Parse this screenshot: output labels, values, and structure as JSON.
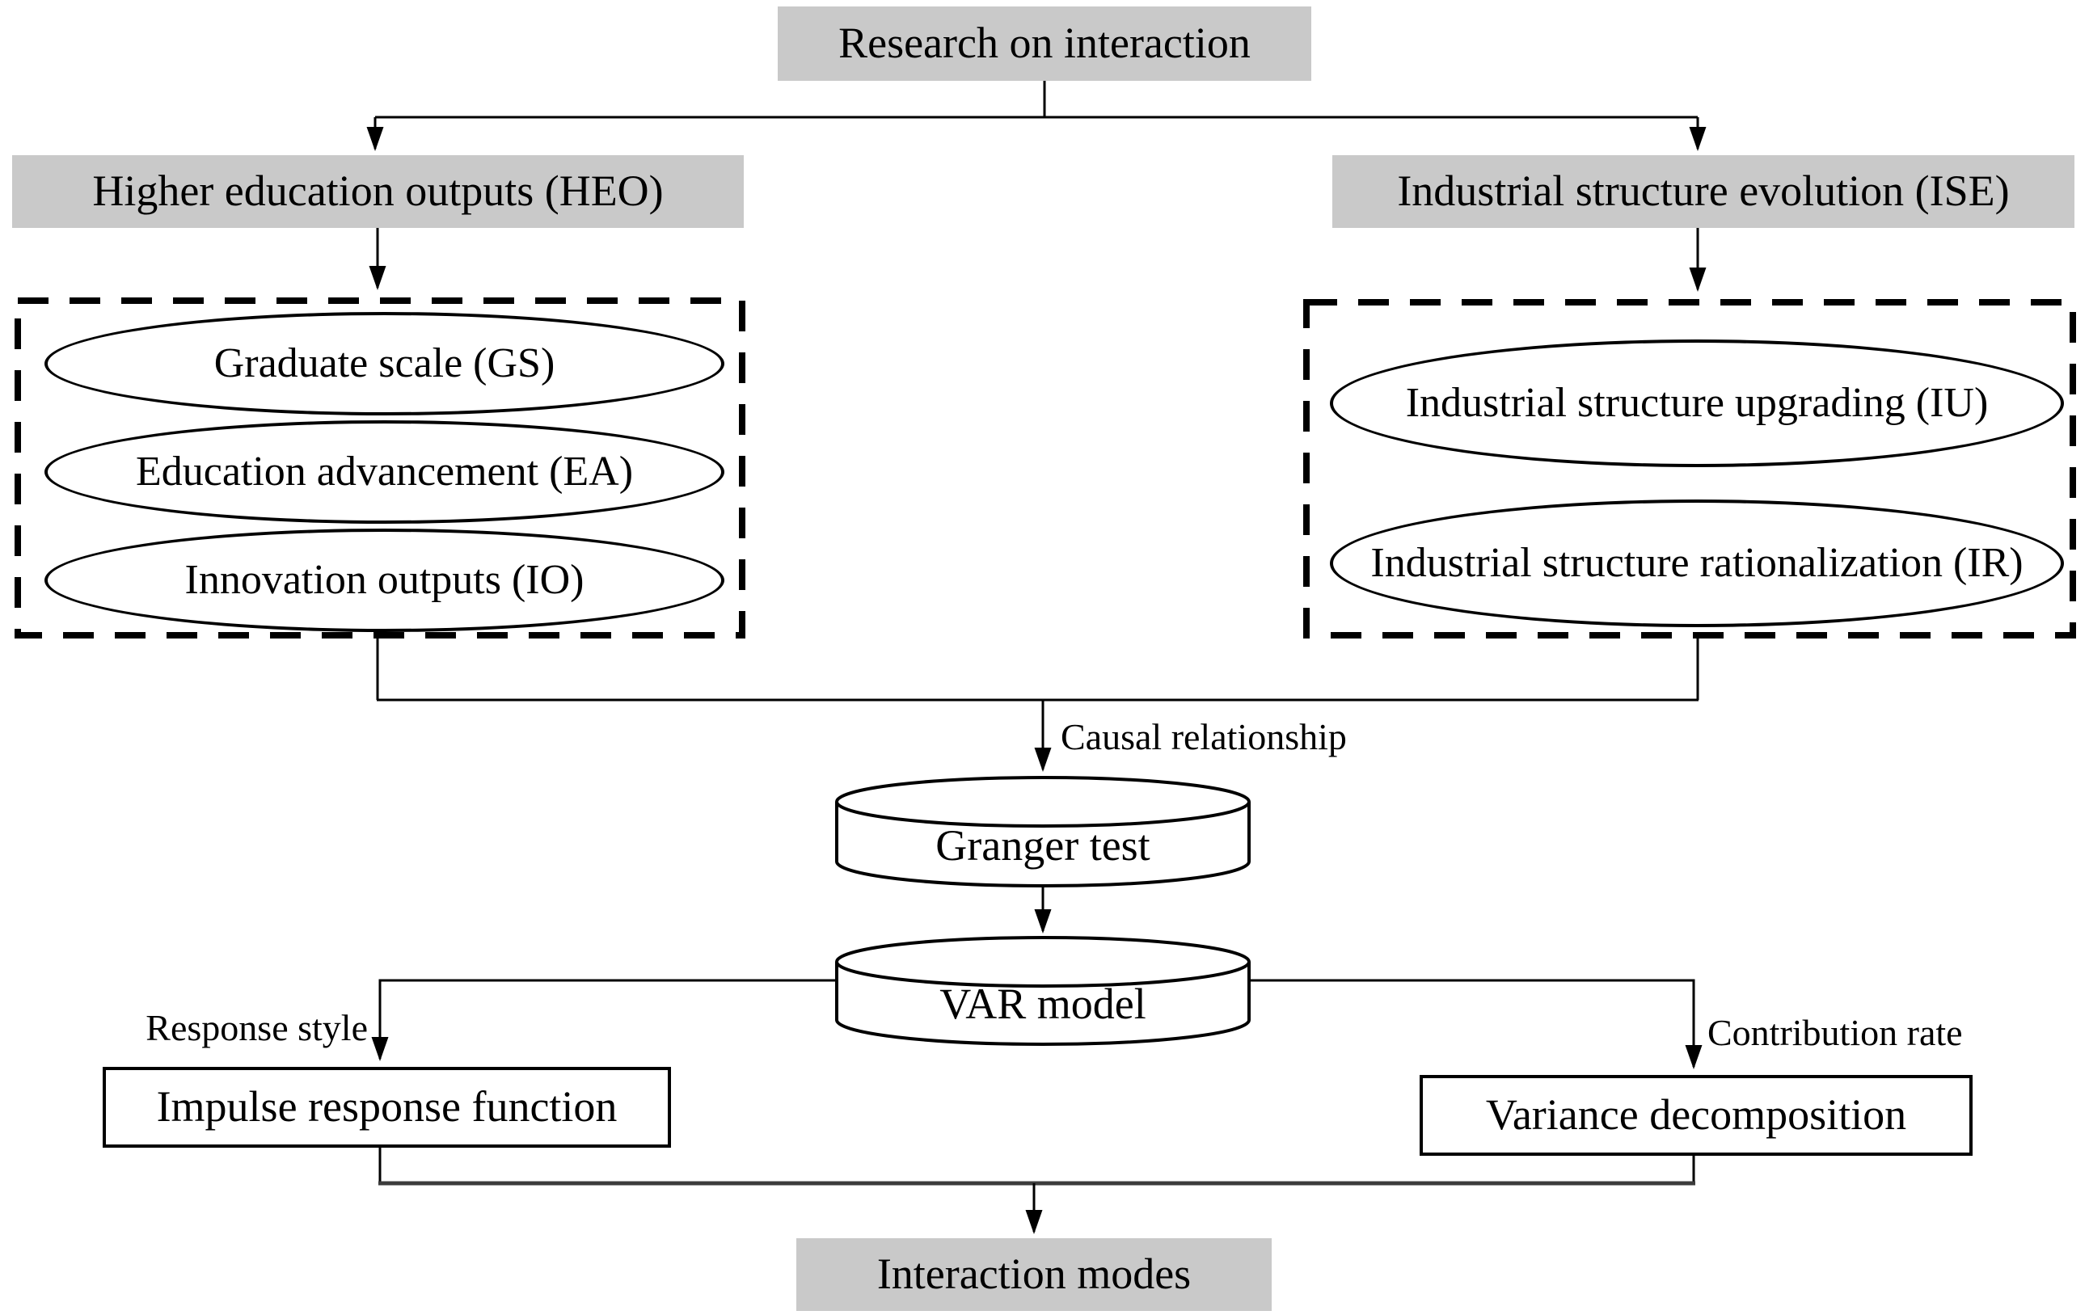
{
  "diagram": {
    "nodes": {
      "research": {
        "label": "Research on interaction"
      },
      "heo": {
        "label": "Higher education outputs (HEO)"
      },
      "ise": {
        "label": "Industrial structure evolution (ISE)"
      },
      "gs": {
        "label": "Graduate scale (GS)"
      },
      "ea": {
        "label": "Education advancement (EA)"
      },
      "io": {
        "label": "Innovation outputs (IO)"
      },
      "iu": {
        "label": "Industrial structure upgrading (IU)"
      },
      "ir": {
        "label": "Industrial structure rationalization (IR)"
      },
      "granger": {
        "label": "Granger test"
      },
      "var": {
        "label": "VAR model"
      },
      "irf": {
        "label": "Impulse response function"
      },
      "vd": {
        "label": "Variance decomposition"
      },
      "interaction": {
        "label": "Interaction modes"
      }
    },
    "edge_labels": {
      "causal": "Causal relationship",
      "response": "Response style",
      "contribution": "Contribution rate"
    },
    "colors": {
      "node_fill": "#c9c9c9",
      "line": "#000000",
      "background": "#ffffff"
    }
  }
}
